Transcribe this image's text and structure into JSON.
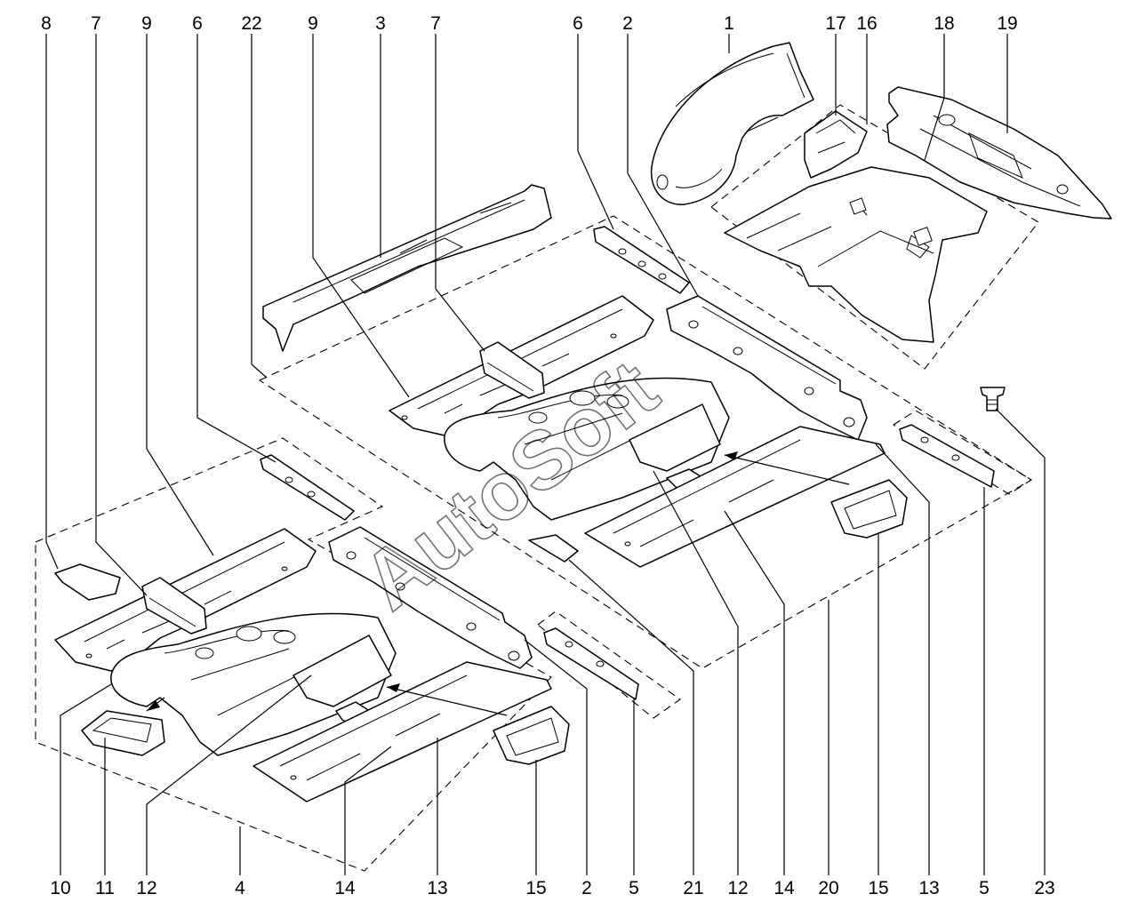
{
  "watermark": "AutoSoft",
  "labels_top": [
    "8",
    "7",
    "9",
    "6",
    "22",
    "9",
    "3",
    "7",
    "6",
    "2",
    "1",
    "17",
    "16",
    "18",
    "19"
  ],
  "labels_bottom": [
    "10",
    "11",
    "12",
    "4",
    "14",
    "13",
    "15",
    "2",
    "5",
    "21",
    "12",
    "14",
    "20",
    "15",
    "13",
    "5",
    "23"
  ]
}
